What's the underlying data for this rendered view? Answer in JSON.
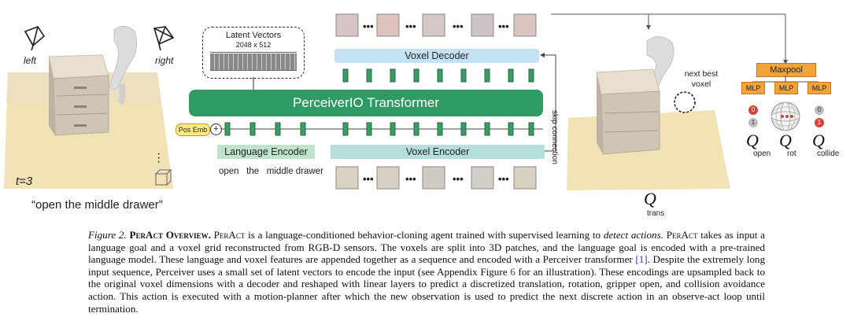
{
  "figure": {
    "left_view_label": "left",
    "right_view_label": "right",
    "timestep_label": "t=3",
    "instruction_quote": "“open the middle drawer”",
    "latent_vectors": {
      "title": "Latent Vectors",
      "size": "2048 x 512"
    },
    "voxel_decoder_label": "Voxel Decoder",
    "transformer_label": "PerceiverIO Transformer",
    "pos_emb_label": "Pos Emb",
    "language_encoder_label": "Language Encoder",
    "voxel_encoder_label": "Voxel Encoder",
    "language_tokens": "open   the   middle drawer",
    "skip_connection_label": "skip connection",
    "next_best_voxel_label": "next best voxel",
    "q_trans": {
      "letter": "Q",
      "sub": "trans"
    },
    "maxpool_label": "Maxpool",
    "mlp_labels": [
      "MLP",
      "MLP",
      "MLP"
    ],
    "open_values": [
      "0",
      "1"
    ],
    "collide_values": [
      "0",
      "1"
    ],
    "q_heads": [
      {
        "letter": "Q",
        "sub": "open"
      },
      {
        "letter": "Q",
        "sub": "rot"
      },
      {
        "letter": "Q",
        "sub": "collide"
      }
    ],
    "colors": {
      "transformer_green": "#2f9a63",
      "decoder_blue": "#c4e2f3",
      "encoder_teal": "#b4dfdb",
      "language_green": "#bfe4cd",
      "mlp_orange": "#f2a33a",
      "token_green": "#3c9a63",
      "pos_emb_yellow": "#fde98a",
      "voxel_red": "#d8423b"
    }
  },
  "caption": {
    "figure_number": "Figure 2.",
    "title": "PerAct Overview.",
    "seg1": "PerAct",
    "seg2": " is a language-conditioned behavior-cloning agent trained with supervised learning to ",
    "seg3": "detect actions",
    "seg4": ". ",
    "seg5": "PerAct",
    "seg6": " takes as input a language goal and a voxel grid reconstructed from RGB-D sensors.  The voxels are split into 3D patches, and the language goal is encoded with a pre-trained language model.  These language and voxel features are appended together as a sequence and encoded with a Perceiver transformer ",
    "ref": "[1]",
    "seg7": ". Despite the extremely long input sequence, Perceiver uses a small set of latent vectors to encode the input (see Appendix Figure ",
    "fig_ref": "6",
    "seg8": " for an illustration).  These encodings are upsampled back to the original voxel dimensions with a decoder and reshaped with linear layers to predict a discretized translation, rotation, gripper open, and collision avoidance action. This action is executed with a motion-planner after which the new observation is used to predict the next discrete action in an observe-act loop until termination."
  }
}
